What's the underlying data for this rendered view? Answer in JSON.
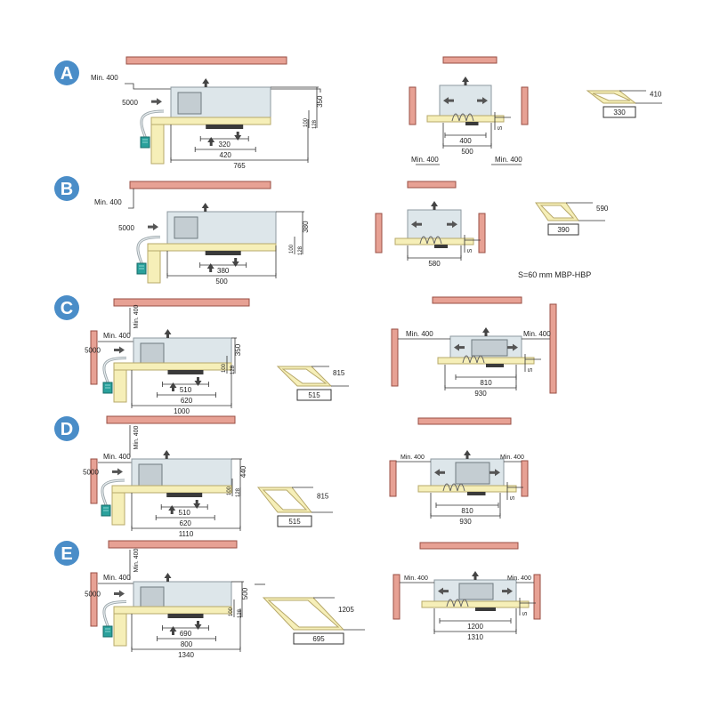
{
  "rows": [
    {
      "letter": "A",
      "side": {
        "min": "Min. 400",
        "bend": "5000",
        "height": "350",
        "small_a": "100",
        "small_b": "128",
        "inner_w": "320",
        "mid_w": "420",
        "outer_w": "765"
      },
      "front": {
        "inner_w": "400",
        "outer_w": "500",
        "min_left": "Min. 400",
        "min_right": "Min. 400",
        "s": "S"
      },
      "cutout": {
        "depth": "410",
        "width": "330"
      }
    },
    {
      "letter": "B",
      "side": {
        "min": "Min. 400",
        "bend": "5000",
        "height": "380",
        "small_a": "100",
        "small_b": "128",
        "inner_w": "380",
        "outer_w": "500"
      },
      "front": {
        "outer_w": "580",
        "s": "S"
      },
      "cutout": {
        "depth": "590",
        "width": "390"
      },
      "note": "S=60 mm   MBP-HBP"
    },
    {
      "letter": "C",
      "side": {
        "min_v": "Min. 400",
        "min": "Min. 400",
        "bend": "5000",
        "height": "350",
        "small_a": "100",
        "small_b": "128",
        "inner_w": "510",
        "mid_w": "620",
        "outer_w": "1000"
      },
      "front": {
        "min_left": "Min. 400",
        "min_right": "Min. 400",
        "inner_w": "810",
        "outer_w": "930",
        "s": "S"
      },
      "cutout": {
        "depth": "815",
        "width": "515"
      }
    },
    {
      "letter": "D",
      "side": {
        "min_v": "Min. 400",
        "min": "Min. 400",
        "bend": "5000",
        "height": "440",
        "small_a": "100",
        "small_b": "128",
        "inner_w": "510",
        "mid_w": "620",
        "outer_w": "1110"
      },
      "front": {
        "min_left": "Min. 400",
        "min_right": "Min. 400",
        "inner_w": "810",
        "outer_w": "930",
        "s": "S"
      },
      "cutout": {
        "depth": "815",
        "width": "515"
      }
    },
    {
      "letter": "E",
      "side": {
        "min_v": "Min. 400",
        "min": "Min. 400",
        "bend": "5000",
        "height": "500",
        "small_a": "100",
        "small_b": "128",
        "inner_w": "690",
        "mid_w": "800",
        "outer_w": "1340"
      },
      "front": {
        "min_left": "Min. 400",
        "min_right": "Min. 400",
        "inner_w": "1200",
        "outer_w": "1310",
        "s": "S"
      },
      "cutout": {
        "depth": "1205",
        "width": "695"
      }
    }
  ],
  "colors": {
    "badge": "#4a8dc8",
    "wall": "#e7a194",
    "wall_stroke": "#9a4f45",
    "unit": "#dde6ea",
    "unit_stroke": "#8e9aa0",
    "grille": "#c4cdd2",
    "beige": "#f6efb8",
    "beige_stroke": "#b7a86a",
    "pump": "#2aa19c",
    "dim": "#333333"
  }
}
